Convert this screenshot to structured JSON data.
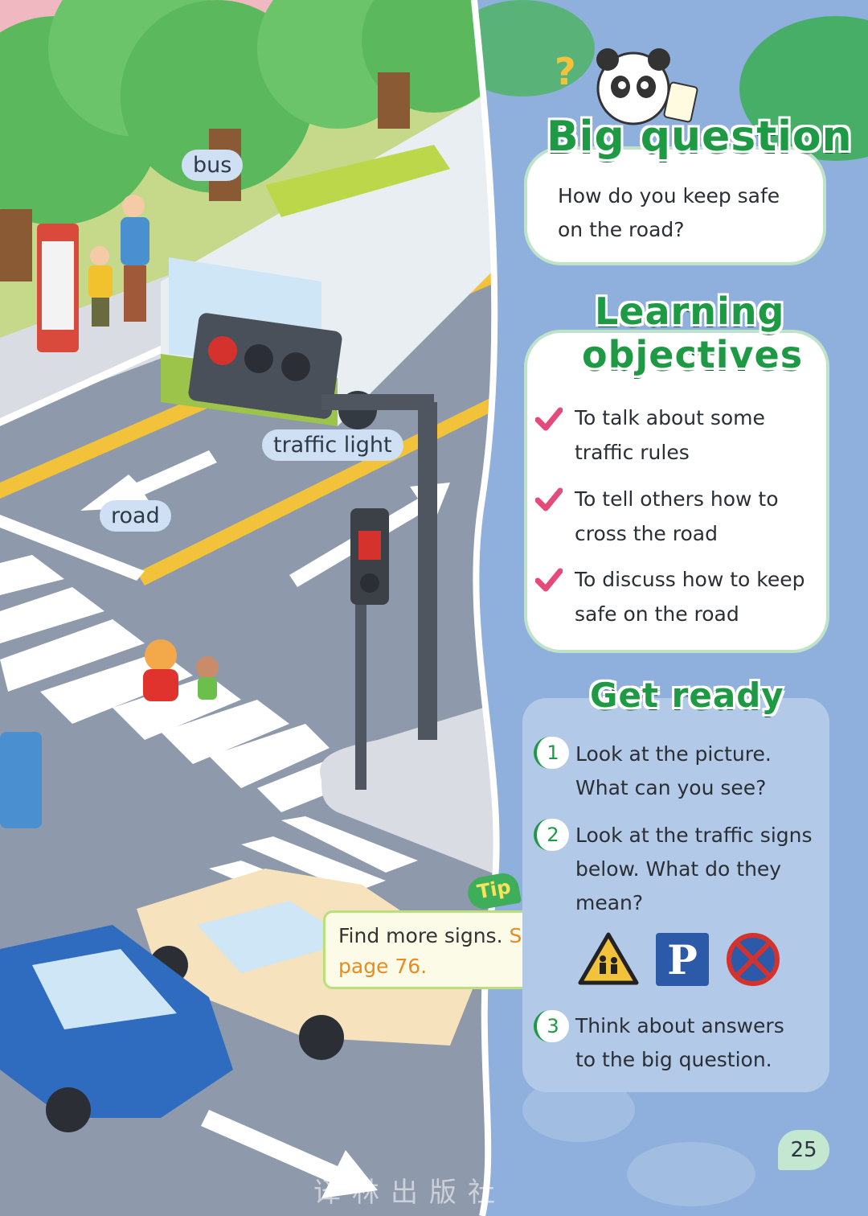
{
  "labels": {
    "bus": "bus",
    "traffic_light": "traffic light",
    "road": "road"
  },
  "big_question": {
    "title": "Big question",
    "line1": "How do you keep safe",
    "line2": "on the road?"
  },
  "learning_objectives": {
    "title_line1": "Learning",
    "title_line2": "objectives",
    "items": [
      {
        "line1": "To talk about some",
        "line2": "traffic rules"
      },
      {
        "line1": "To tell others how to",
        "line2": "cross the road"
      },
      {
        "line1": "To discuss how to keep",
        "line2": "safe on the road"
      }
    ]
  },
  "get_ready": {
    "title": "Get ready",
    "items": [
      {
        "num": "1",
        "line1": "Look at the picture.",
        "line2": "What can you see?"
      },
      {
        "num": "2",
        "line1": "Look at the traffic signs",
        "line2": "below. What do they",
        "line3": "mean?"
      },
      {
        "num": "3",
        "line1": "Think about answers",
        "line2": "to the big question."
      }
    ]
  },
  "tip": {
    "badge": "Tip",
    "text": "Find more signs.",
    "see": "See",
    "page_ref": "page 76."
  },
  "signs": [
    "school-crossing-sign",
    "parking-sign",
    "no-stopping-sign"
  ],
  "parking_letter": "P",
  "page_number": "25",
  "watermark": "译林出版社",
  "colors": {
    "heading_green": "#1e9a45",
    "check_pink": "#e64a7a",
    "panel_blue": "#8fb0dc",
    "road_gray": "#8e99ab"
  }
}
